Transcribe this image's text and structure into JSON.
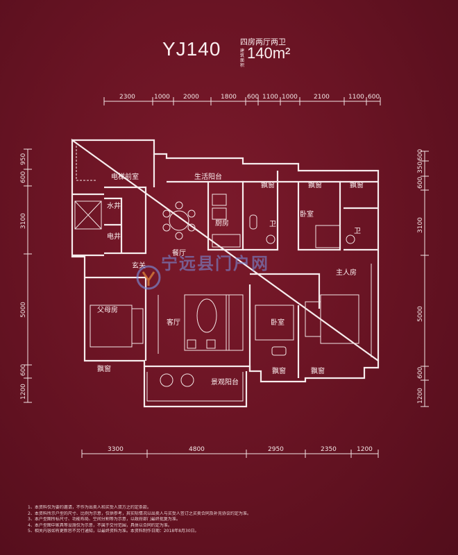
{
  "header": {
    "model": "YJ140",
    "type": "四房两厅两卫",
    "area_label": "建筑面积",
    "area_value": "140m²"
  },
  "dimensions": {
    "top": [
      "2300",
      "1000",
      "2000",
      "1800",
      "600",
      "1100",
      "1000",
      "2100",
      "1100",
      "600"
    ],
    "bottom": [
      "3300",
      "4800",
      "2950",
      "2350",
      "1200"
    ],
    "left": [
      "950",
      "600",
      "3100",
      "5000",
      "600",
      "1200"
    ],
    "right": [
      "600",
      "350",
      "600",
      "3100",
      "5000",
      "600",
      "1200"
    ]
  },
  "rooms": {
    "elevator_lobby": "电梯前室",
    "water_shaft": "水井",
    "elec_shaft": "电井",
    "service_balcony": "生活阳台",
    "kitchen": "厨房",
    "dining": "餐厅",
    "entrance": "玄关",
    "living": "客厅",
    "elder_room": "父母房",
    "bedroom_top": "卧室",
    "bedroom_mid": "卧室",
    "master": "主人房",
    "bath_1": "卫",
    "bath_2": "卫",
    "bay_1": "飘窗",
    "bay_2": "飘窗",
    "bay_3": "飘窗",
    "bay_4": "飘窗",
    "bay_5": "飘窗",
    "bay_6": "飘窗",
    "view_balcony": "景观阳台"
  },
  "watermark": "宁远县门户网",
  "notes": [
    "1、本资料仅为要约邀请，不作为出卖人和买受人双方之约定条款。",
    "2、本资料所示户型的尺寸、比例为示意，仅供参考，其实际情况以出卖人与买受人签订之买卖合同及补充协议约定为准。",
    "3、本户型图所标尺寸、功能布局、空间分割等为示意，以政府部门最终批复为准。",
    "4、本户型图中家具等设施仅为示意，不属于交付范围，具体以合同约定为准。",
    "5、相关内容如有更新恕不另行通知，以最终资料为准。本资料制作日期：2018年8月30日。"
  ]
}
